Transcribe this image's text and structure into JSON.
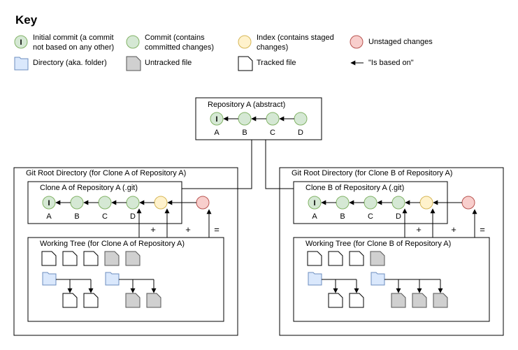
{
  "key": {
    "title": "Key",
    "initial_commit": "Initial commit (a commit\nnot based on any other)",
    "commit": "Commit (contains\ncommitted changes)",
    "index": "Index (contains staged\nchanges)",
    "unstaged": "Unstaged changes",
    "directory": "Directory (aka. folder)",
    "untracked": "Untracked file",
    "tracked": "Tracked file",
    "based_on": "\"Is based on\""
  },
  "repo": {
    "title": "Repository A (abstract)",
    "initial_symbol": "I",
    "commits": [
      "A",
      "B",
      "C",
      "D"
    ]
  },
  "clone_a": {
    "root_title": "Git Root Directory (for Clone A of Repository A)",
    "git_title": "Clone A of Repository A (.git)",
    "commits": [
      "A",
      "B",
      "C",
      "D"
    ],
    "working_title": "Working Tree (for Clone A of Repository A)",
    "plus1": "+",
    "plus2": "+",
    "equals": "="
  },
  "clone_b": {
    "root_title": "Git Root Directory (for Clone B of Repository A)",
    "git_title": "Clone B of Repository A (.git)",
    "commits": [
      "A",
      "B",
      "C",
      "D"
    ],
    "working_title": "Working Tree (for Clone B of Repository A)",
    "plus1": "+",
    "plus2": "+",
    "equals": "="
  },
  "colors": {
    "commit_fill": "#d5e8d4",
    "commit_stroke": "#82b366",
    "index_fill": "#fff2cc",
    "index_stroke": "#d6b656",
    "unstaged_fill": "#f8cecc",
    "unstaged_stroke": "#b85450",
    "dir_fill": "#dae8fc",
    "dir_stroke": "#6c8ebf",
    "untracked_fill": "#d0d0d0"
  }
}
